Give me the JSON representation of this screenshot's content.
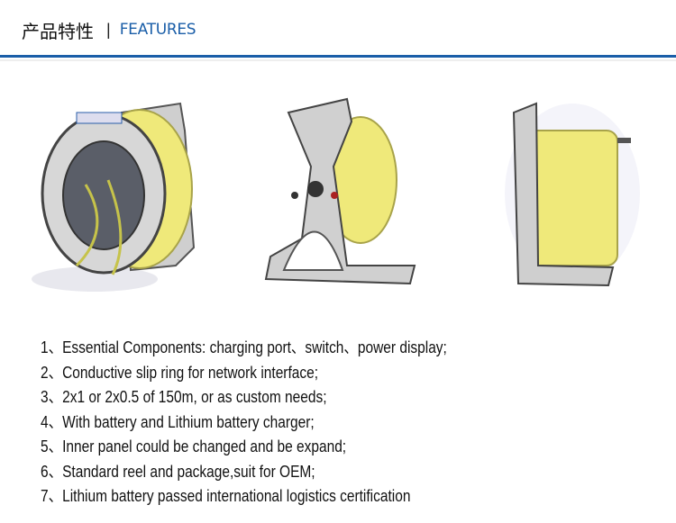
{
  "header": {
    "title_cn": "产品特性",
    "separator": "|",
    "title_en": "FEATURES"
  },
  "colors": {
    "accent": "#1a5ea8",
    "cable": "#efe97a",
    "frame": "#c9c9c9"
  },
  "products": [
    {
      "name": "cable-reel-front-view"
    },
    {
      "name": "cable-reel-side-frame-view"
    },
    {
      "name": "cable-reel-profile-view"
    }
  ],
  "features": [
    "1、Essential Components: charging port、switch、power display;",
    "2、Conductive slip ring for network interface;",
    "3、2x1 or 2x0.5 of 150m, or as custom needs;",
    "4、With battery and Lithium battery charger;",
    "5、Inner panel could be changed and be expand;",
    "6、Standard reel and package,suit for OEM;",
    "7、Lithium battery passed international logistics certification"
  ]
}
